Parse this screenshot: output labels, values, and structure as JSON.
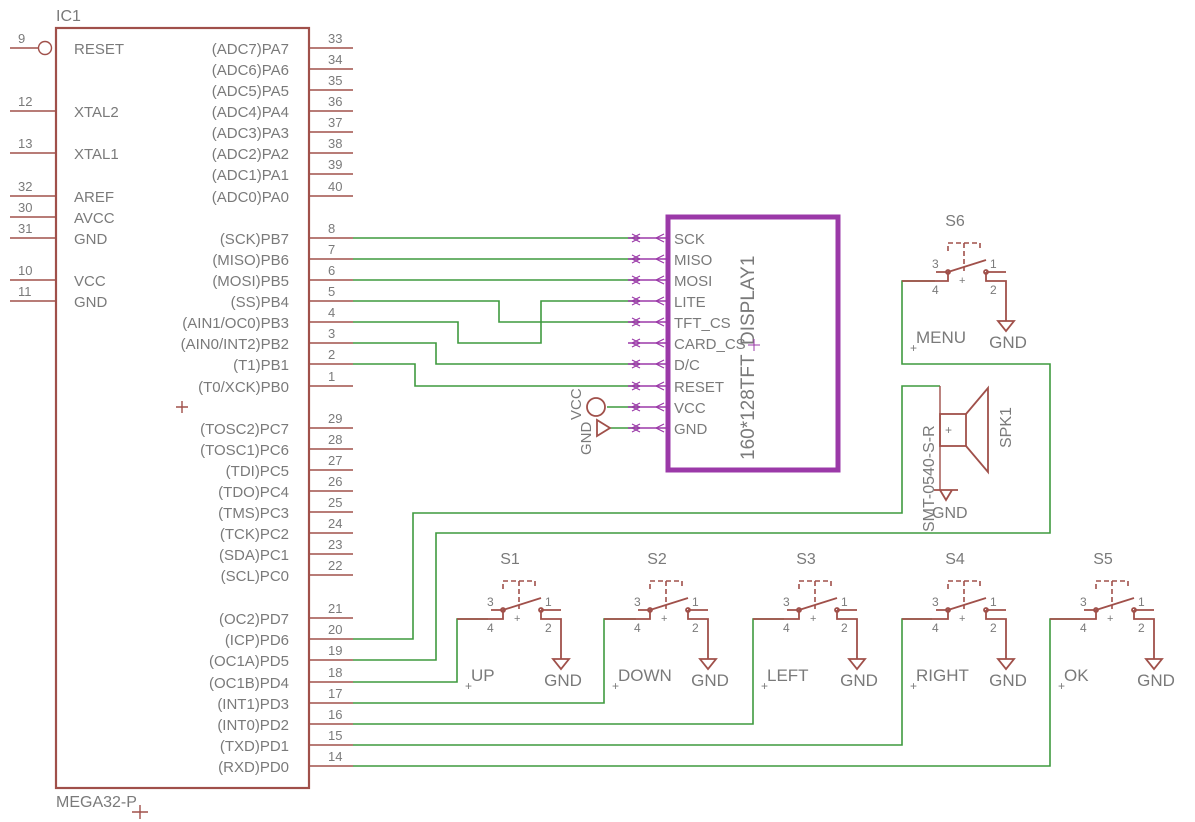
{
  "colors": {
    "part": "#a0504a",
    "net": "#3f9a3f",
    "display": "#9b39a8",
    "text": "#7a7a7a",
    "background": "#ffffff"
  },
  "ic": {
    "name": "IC1",
    "value": "MEGA32-P",
    "left_pins": [
      {
        "num": "9",
        "label": "RESET",
        "inverted": true
      },
      {
        "num": "12",
        "label": "XTAL2"
      },
      {
        "num": "13",
        "label": "XTAL1"
      },
      {
        "num": "32",
        "label": "AREF"
      },
      {
        "num": "30",
        "label": "AVCC"
      },
      {
        "num": "31",
        "label": "GND"
      },
      {
        "num": "10",
        "label": "VCC"
      },
      {
        "num": "11",
        "label": "GND"
      }
    ],
    "right_pins": [
      {
        "num": "33",
        "label": "(ADC7)PA7"
      },
      {
        "num": "34",
        "label": "(ADC6)PA6"
      },
      {
        "num": "35",
        "label": "(ADC5)PA5"
      },
      {
        "num": "36",
        "label": "(ADC4)PA4"
      },
      {
        "num": "37",
        "label": "(ADC3)PA3"
      },
      {
        "num": "38",
        "label": "(ADC2)PA2"
      },
      {
        "num": "39",
        "label": "(ADC1)PA1"
      },
      {
        "num": "40",
        "label": "(ADC0)PA0"
      },
      {
        "num": "8",
        "label": "(SCK)PB7"
      },
      {
        "num": "7",
        "label": "(MISO)PB6"
      },
      {
        "num": "6",
        "label": "(MOSI)PB5"
      },
      {
        "num": "5",
        "label": "(SS)PB4"
      },
      {
        "num": "4",
        "label": "(AIN1/OC0)PB3"
      },
      {
        "num": "3",
        "label": "(AIN0/INT2)PB2"
      },
      {
        "num": "2",
        "label": "(T1)PB1"
      },
      {
        "num": "1",
        "label": "(T0/XCK)PB0"
      },
      {
        "num": "29",
        "label": "(TOSC2)PC7"
      },
      {
        "num": "28",
        "label": "(TOSC1)PC6"
      },
      {
        "num": "27",
        "label": "(TDI)PC5"
      },
      {
        "num": "26",
        "label": "(TDO)PC4"
      },
      {
        "num": "25",
        "label": "(TMS)PC3"
      },
      {
        "num": "24",
        "label": "(TCK)PC2"
      },
      {
        "num": "23",
        "label": "(SDA)PC1"
      },
      {
        "num": "22",
        "label": "(SCL)PC0"
      },
      {
        "num": "21",
        "label": "(OC2)PD7"
      },
      {
        "num": "20",
        "label": "(ICP)PD6"
      },
      {
        "num": "19",
        "label": "(OC1A)PD5"
      },
      {
        "num": "18",
        "label": "(OC1B)PD4"
      },
      {
        "num": "17",
        "label": "(INT1)PD3"
      },
      {
        "num": "16",
        "label": "(INT0)PD2"
      },
      {
        "num": "15",
        "label": "(TXD)PD1"
      },
      {
        "num": "14",
        "label": "(RXD)PD0"
      }
    ]
  },
  "display": {
    "name": "160*128TFT",
    "ref": "DISPLAY1",
    "pins": [
      "SCK",
      "MISO",
      "MOSI",
      "LITE",
      "TFT_CS",
      "CARD_CS",
      "D/C",
      "RESET",
      "VCC",
      "GND"
    ],
    "supply_vcc": "VCC",
    "supply_gnd": "GND"
  },
  "speaker": {
    "ref": "SPK1",
    "value": "SMT-0540-S-R",
    "gnd": "GND"
  },
  "switch_pin_numbers": [
    "3",
    "1",
    "4",
    "2"
  ],
  "switches": [
    {
      "ref": "S6",
      "label": "MENU",
      "gnd": "GND"
    },
    {
      "ref": "S1",
      "label": "UP",
      "gnd": "GND"
    },
    {
      "ref": "S2",
      "label": "DOWN",
      "gnd": "GND"
    },
    {
      "ref": "S3",
      "label": "LEFT",
      "gnd": "GND"
    },
    {
      "ref": "S4",
      "label": "RIGHT",
      "gnd": "GND"
    },
    {
      "ref": "S5",
      "label": "OK",
      "gnd": "GND"
    }
  ]
}
